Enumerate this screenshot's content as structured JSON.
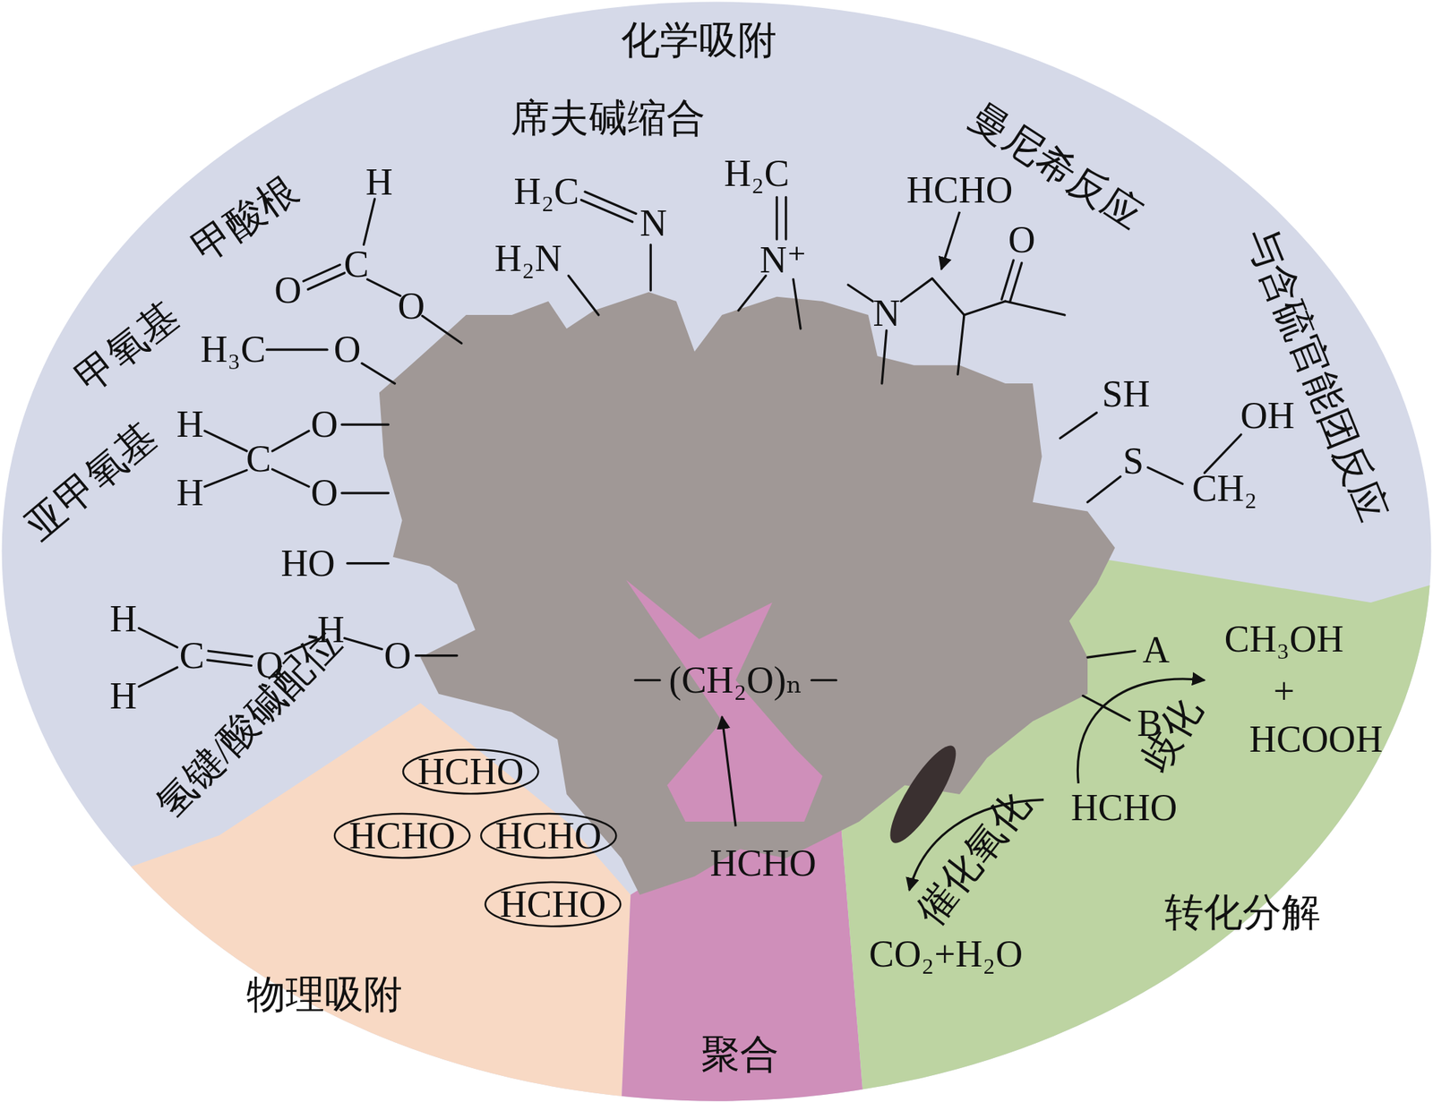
{
  "diagram": {
    "nodes": [
      {
        "text": [
          "化学吸附"
        ]
      },
      {
        "text": [
          "物理吸附"
        ]
      },
      {
        "text": [
          "HCHO"
        ],
        "in": 1
      },
      {
        "text": [
          "HCHO"
        ],
        "in": 1
      },
      {
        "text": [
          "HCHO"
        ],
        "in": 1
      },
      {
        "text": [
          "HCHO"
        ],
        "in": 1
      },
      {
        "text": [
          "聚合"
        ]
      },
      {
        "text": [
          "转化分解"
        ]
      }
    ],
    "labels": [
      "席夫碱缩合",
      "曼尼希反应",
      "与含硫官能团反应",
      "甲酸根",
      "甲氧基",
      "亚甲氧基",
      "氢键/酸碱配位",
      "H",
      "C",
      "O",
      "O",
      "H₃C",
      "O",
      "H",
      "H",
      "C",
      "O",
      "O",
      "HO",
      "H",
      "H",
      "C",
      "O",
      "H",
      "O",
      "H₂C",
      "N",
      "H₂N",
      "H₂C",
      "N⁺",
      "HCHO",
      "N",
      "O",
      "SH",
      "OH",
      "S",
      "CH₂",
      "(CH₂O)ₙ",
      "HCHO",
      "A",
      "B",
      "CH₃OH",
      "+",
      "HCOOH",
      "HCHO",
      "CO₂+H₂O",
      "催化氧化",
      "歧化"
    ]
  }
}
